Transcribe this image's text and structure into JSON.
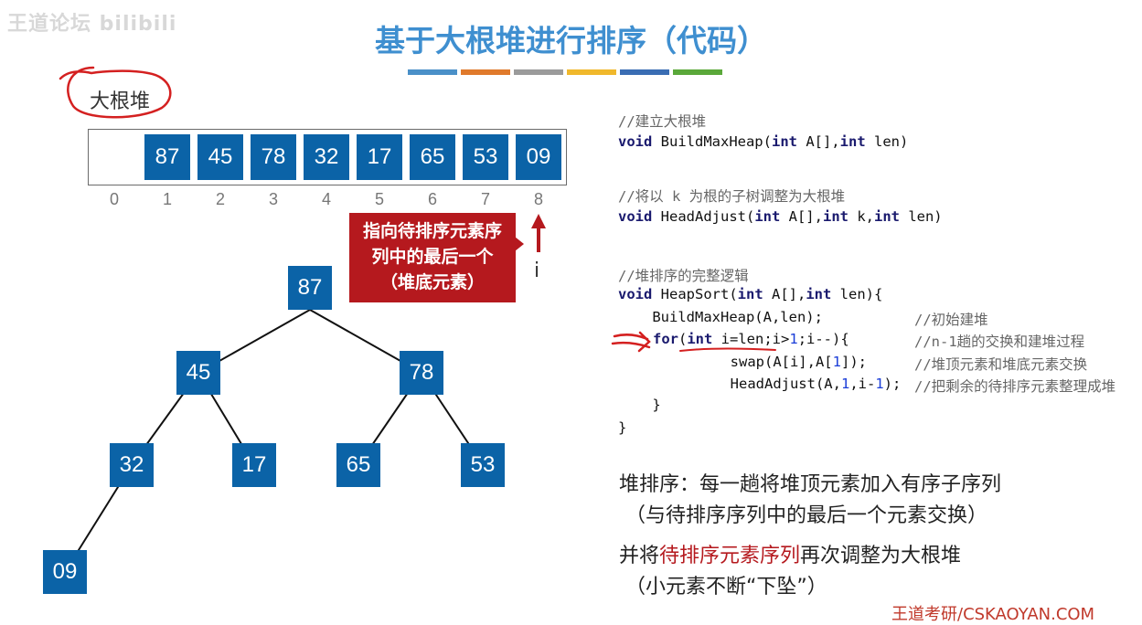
{
  "watermark": "王道论坛 bilibili",
  "title": "基于大根堆进行排序（代码）",
  "accent_colors": [
    "#4a90c8",
    "#e07a2c",
    "#9b9b9b",
    "#f0b82c",
    "#3a6db3",
    "#5aa83a"
  ],
  "heap_label": "大根堆",
  "array": {
    "values": [
      "",
      "87",
      "45",
      "78",
      "32",
      "17",
      "65",
      "53",
      "09"
    ],
    "indices": [
      "0",
      "1",
      "2",
      "3",
      "4",
      "5",
      "6",
      "7",
      "8"
    ]
  },
  "callout": {
    "line1": "指向待排序元素序",
    "line2": "列中的最后一个",
    "line3": "（堆底元素）"
  },
  "pointer_label": "i",
  "tree_nodes": {
    "n1": "87",
    "n2": "45",
    "n3": "78",
    "n4": "32",
    "n5": "17",
    "n6": "65",
    "n7": "53",
    "n8": "09"
  },
  "code": {
    "c1": "//建立大根堆",
    "l1_kw1": "void",
    "l1_a": " BuildMaxHeap(",
    "l1_kw2": "int",
    "l1_b": " A[],",
    "l1_kw3": "int",
    "l1_c": " len)",
    "c2": "//将以 k 为根的子树调整为大根堆",
    "l2_kw1": "void",
    "l2_a": " HeadAdjust(",
    "l2_kw2": "int",
    "l2_b": " A[],",
    "l2_kw3": "int",
    "l2_c": " k,",
    "l2_kw4": "int",
    "l2_d": " len)",
    "c3": "//堆排序的完整逻辑",
    "l3_kw1": "void",
    "l3_a": " HeapSort(",
    "l3_kw2": "int",
    "l3_b": " A[],",
    "l3_kw3": "int",
    "l3_c": " len){",
    "l4": "    BuildMaxHeap(A,len);",
    "l4_cm": "//初始建堆",
    "l5_kw1": "for",
    "l5_a": "(",
    "l5_kw2": "int",
    "l5_b": " i=len;i>",
    "l5_n1": "1",
    "l5_c": ";i--){",
    "l5_cm": "//n-1趟的交换和建堆过程",
    "l6_a": "        swap(A[i],A[",
    "l6_n1": "1",
    "l6_b": "]);",
    "l6_cm": "//堆顶元素和堆底元素交换",
    "l7_a": "        HeadAdjust(A,",
    "l7_n1": "1",
    "l7_b": ",i-",
    "l7_n2": "1",
    "l7_c": ");",
    "l7_cm": "//把剩余的待排序元素整理成堆",
    "l8": "    }",
    "l9": "}"
  },
  "summary": {
    "line1": "堆排序：每一趟将堆顶元素加入有序子序列",
    "line2": " （与待排序序列中的最后一个元素交换）",
    "line3_a": "并将",
    "line3_hl": "待排序元素序列",
    "line3_b": "再次调整为大根堆",
    "line4": " （小元素不断“下坠”）"
  },
  "footer": "王道考研/CSKAOYAN.COM"
}
